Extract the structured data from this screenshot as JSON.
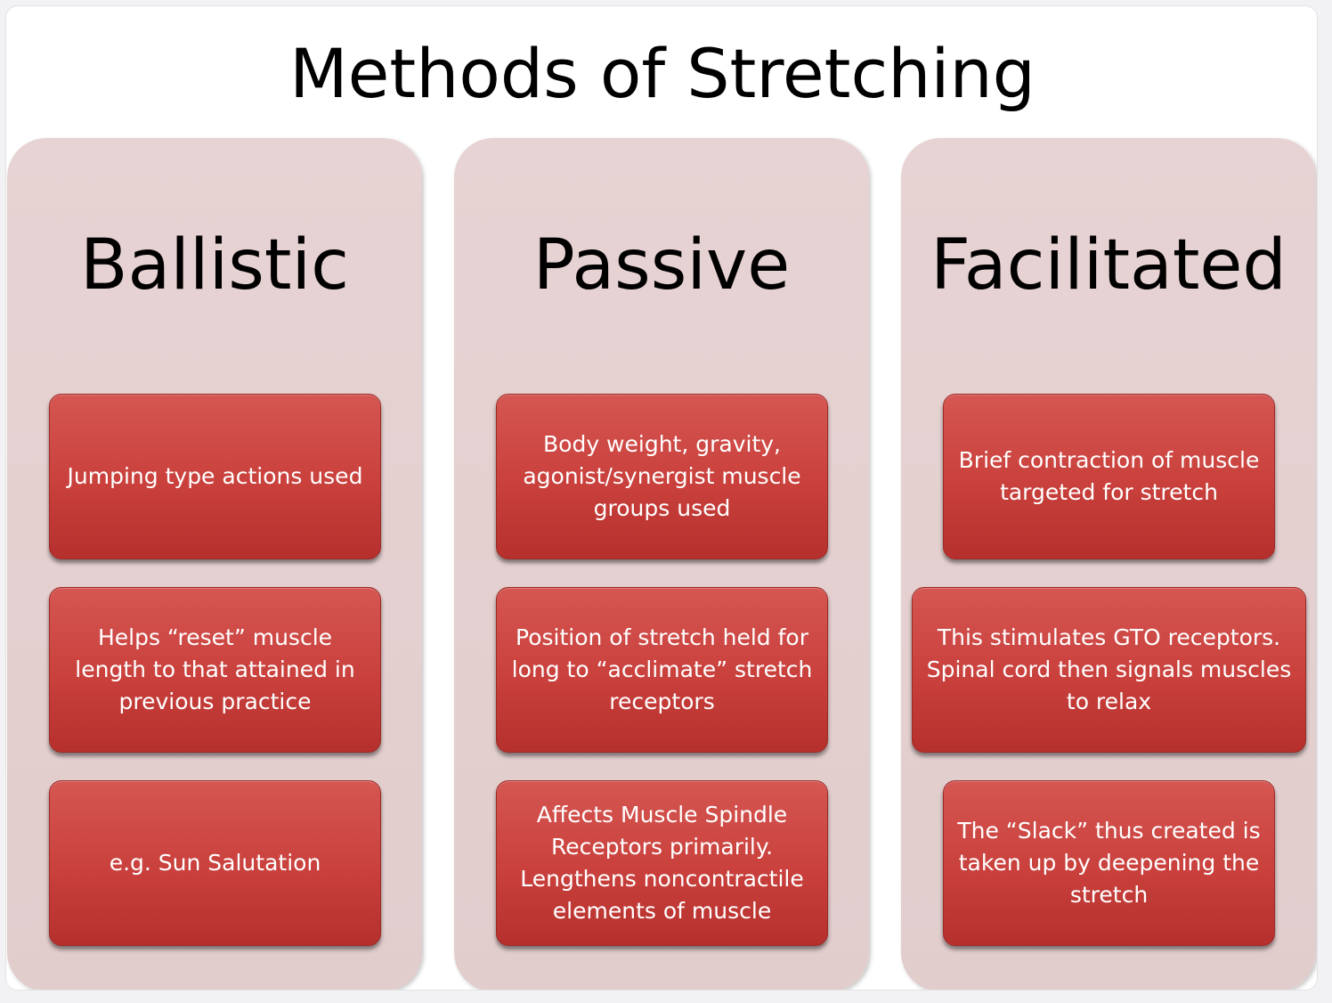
{
  "title": "Methods of Stretching",
  "colors": {
    "panel": "#e5d1d1",
    "card": "#c9403c",
    "card_text": "#ffffff",
    "text": "#000000"
  },
  "columns": [
    {
      "heading": "Ballistic",
      "items": [
        "Jumping type actions used",
        "Helps “reset” muscle length to that attained in previous practice",
        "e.g. Sun Salutation"
      ]
    },
    {
      "heading": "Passive",
      "items": [
        "Body weight, gravity, agonist/synergist muscle groups used",
        "Position of stretch held for long to “acclimate” stretch receptors",
        "Affects Muscle Spindle Receptors primarily. Lengthens noncontractile elements of muscle"
      ]
    },
    {
      "heading": "Facilitated",
      "items": [
        "Brief contraction of muscle targeted for stretch",
        "This stimulates GTO receptors. Spinal cord then signals muscles to relax",
        "The “Slack” thus created is taken up by deepening the stretch"
      ]
    }
  ]
}
